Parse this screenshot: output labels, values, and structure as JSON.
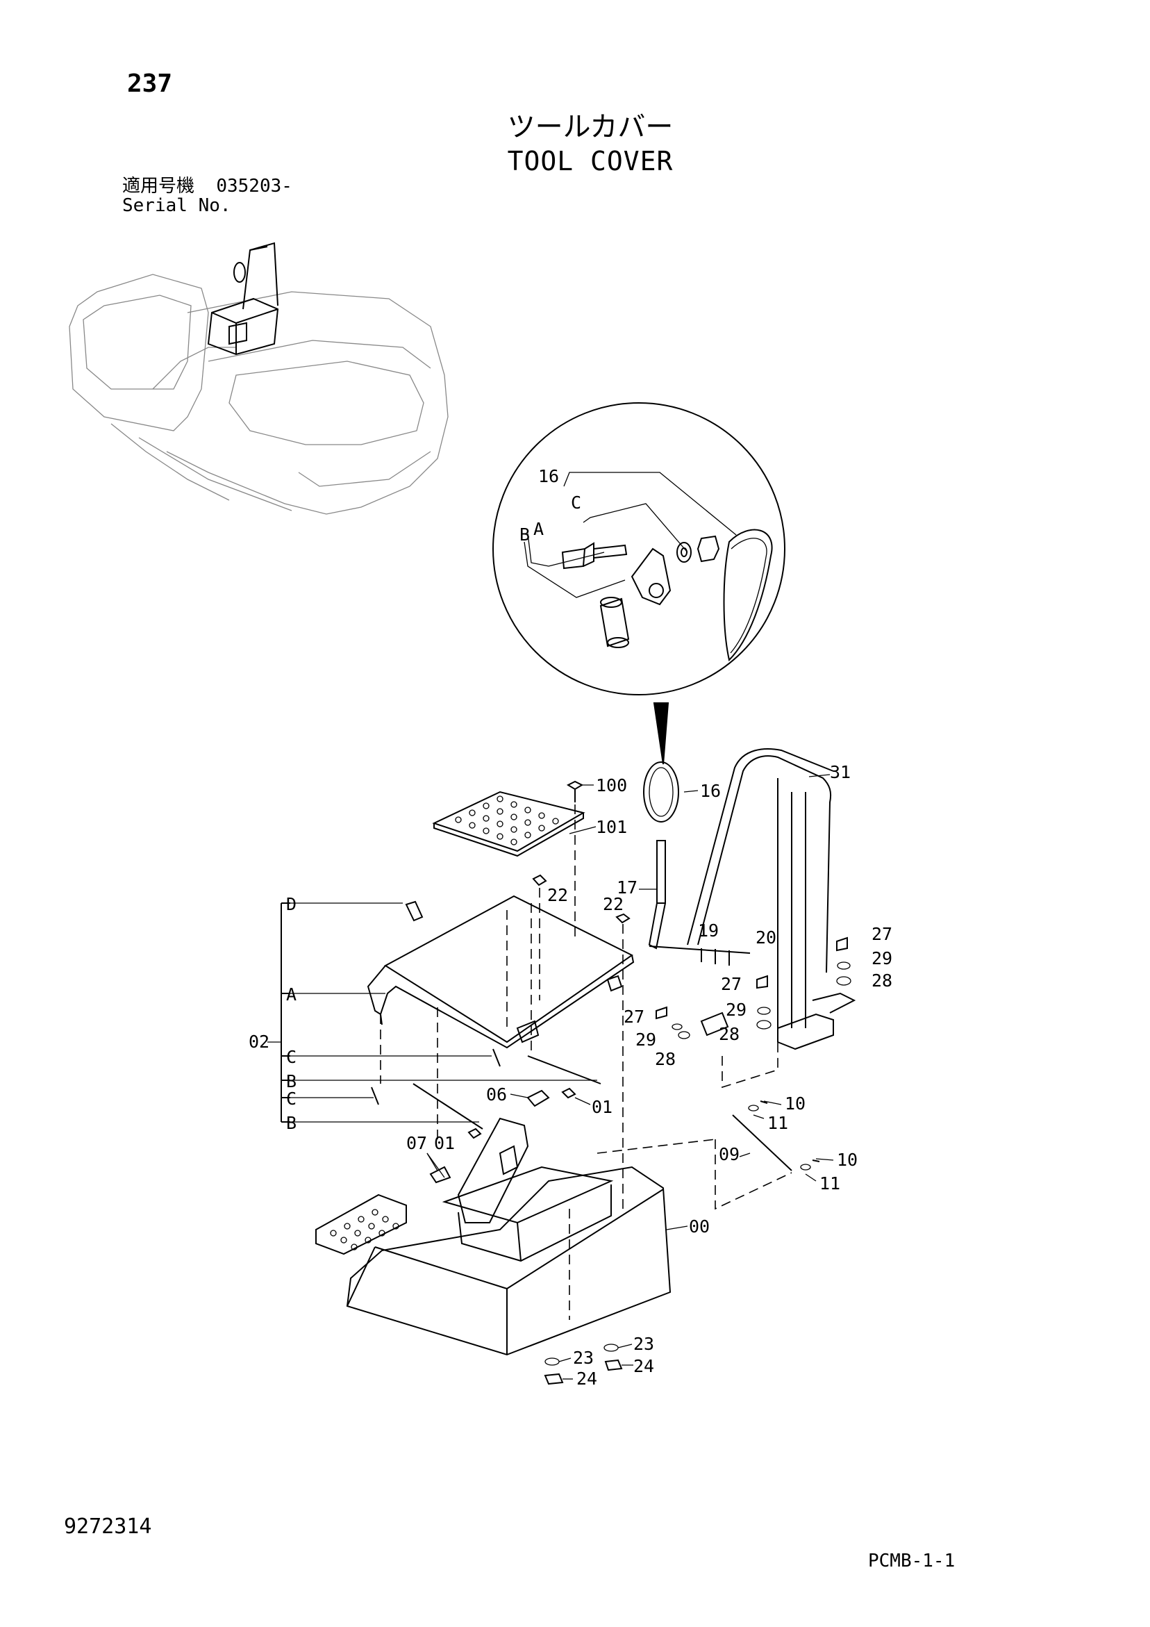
{
  "header": {
    "page_number": "237",
    "title_jp": "ツールカバー",
    "title_en": "TOOL COVER"
  },
  "serial": {
    "label_jp": "適用号機",
    "label_en": "Serial No.",
    "value": "035203-"
  },
  "footer": {
    "doc_number": "9272314",
    "sheet_code": "PCMB-1-1"
  },
  "callouts": {
    "detail_16": "16",
    "detail_c": "C",
    "detail_b": "B",
    "detail_a": "A",
    "p100": "100",
    "p101": "101",
    "p16": "16",
    "p31": "31",
    "p17": "17",
    "p22a": "22",
    "p22b": "22",
    "p19": "19",
    "p20": "20",
    "p27a": "27",
    "p29a": "29",
    "p28a": "28",
    "p27b": "27",
    "p29b": "29",
    "p28b": "28",
    "p27c": "27",
    "p29c": "29",
    "p28c": "28",
    "p02": "02",
    "pD": "D",
    "pA": "A",
    "pC1": "C",
    "pB1": "B",
    "pC2": "C",
    "pB2": "B",
    "p06": "06",
    "p01a": "01",
    "p07": "07",
    "p01b": "01",
    "p10a": "10",
    "p11a": "11",
    "p09": "09",
    "p10b": "10",
    "p11b": "11",
    "p00": "00",
    "p23a": "23",
    "p24a": "24",
    "p23b": "23",
    "p24b": "24"
  }
}
